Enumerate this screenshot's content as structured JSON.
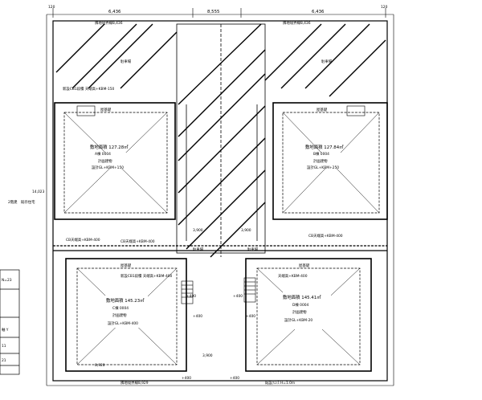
{
  "plan": {
    "top_dims": [
      "6,436",
      "8,555",
      "6,436"
    ],
    "left_dims": [
      "120",
      "14,023"
    ],
    "right_dims": [
      "120"
    ],
    "area_rows": [
      "8,920"
    ],
    "top_boundary": [
      "隣地境界線8,436",
      "隣地境界線8,436"
    ],
    "bottom_boundary": [
      "隣地境界線8,929",
      "既設ﾌｪﾝｽ H=1.0m"
    ],
    "legend_left": {
      "row1": "2階建　既存住宅",
      "title_block": [
        "N=23",
        "軸 Y",
        "11",
        "21"
      ]
    },
    "lots": [
      {
        "id": "A",
        "title": "屋基礎",
        "area_label": "敷地面積 127.28㎡",
        "lot_no": "A棟 0004",
        "plan_label": "計画建物",
        "gl": "設計GL+KBM+150",
        "note": "新設CB1段積 天端高+KBM-150"
      },
      {
        "id": "B",
        "title": "屋基礎",
        "area_label": "敷地面積 127.84㎡",
        "lot_no": "B棟 0004",
        "plan_label": "計画建物",
        "gl": "設計GL+KBM+250",
        "note": ""
      },
      {
        "id": "C",
        "title": "屋基礎",
        "area_label": "敷地面積 145.23㎡",
        "lot_no": "C棟 0004",
        "plan_label": "計画建物",
        "gl": "設計GL+KBM-400",
        "note": "新設CB1段積 天端高+KBM-400"
      },
      {
        "id": "D",
        "title": "屋基礎",
        "area_label": "敷地面積 145.41㎡",
        "lot_no": "D棟 0004",
        "plan_label": "計画建物",
        "gl": "設計GL+KBM-20",
        "note": "天端高+KBM-400"
      }
    ],
    "parking_labels": [
      "駐車場",
      "駐車場",
      "駐車場",
      "駐車場"
    ],
    "road_labels": [
      "3,900",
      "3,900",
      "3,900"
    ],
    "misc_labels": [
      "CB天端高+KBM-400",
      "CB天端高+KBM-400",
      "CB天端高+KBM-400",
      "+400",
      "+400",
      "+400",
      "+400",
      "+400",
      "+400"
    ]
  }
}
